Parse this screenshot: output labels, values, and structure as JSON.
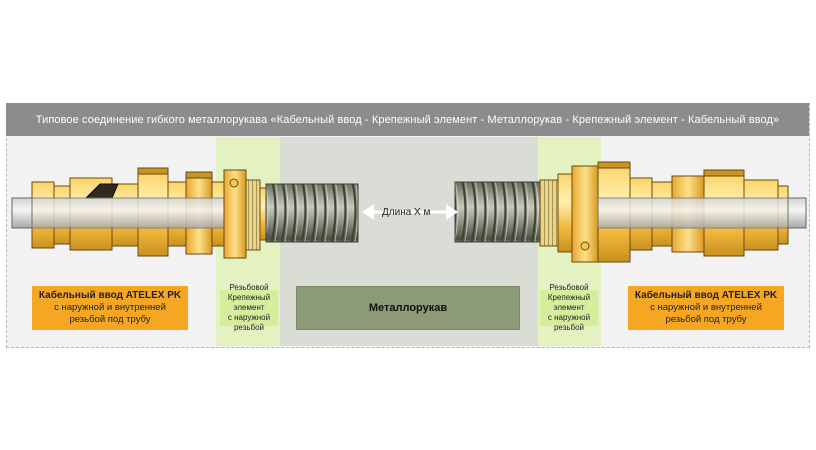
{
  "title": "Типовое соединение гибкого металлорукава  «Кабельный ввод - Крепежный элемент - Металлорукав - Крепежный элемент - Кабельный ввод»",
  "length_label": "Длина X м",
  "left_gland": {
    "name": "Кабельный ввод ATELEX PK",
    "line1": "с наружной и внутренней",
    "line2": "резьбой под трубу"
  },
  "left_fitting": {
    "line1": "Резьбовой",
    "line2": "Крепежный элемент",
    "line3": "с наружной резьбой"
  },
  "hose_label": "Металлорукав",
  "right_fitting": {
    "line1": "Резьбовой",
    "line2": "Крепежный элемент",
    "line3": "с наружной резьбой"
  },
  "right_gland": {
    "name": "Кабельный ввод ATELEX PK",
    "line1": "с наружной и внутренней",
    "line2": "резьбой под трубу"
  },
  "colors": {
    "brass": "#f0b83a",
    "brass_light": "#fde08a",
    "fitting_zone": "#e4f2c2",
    "hose_zone": "#dadcd6",
    "label_orange": "#f5a623",
    "hose_label_bg": "#8c9a76"
  }
}
